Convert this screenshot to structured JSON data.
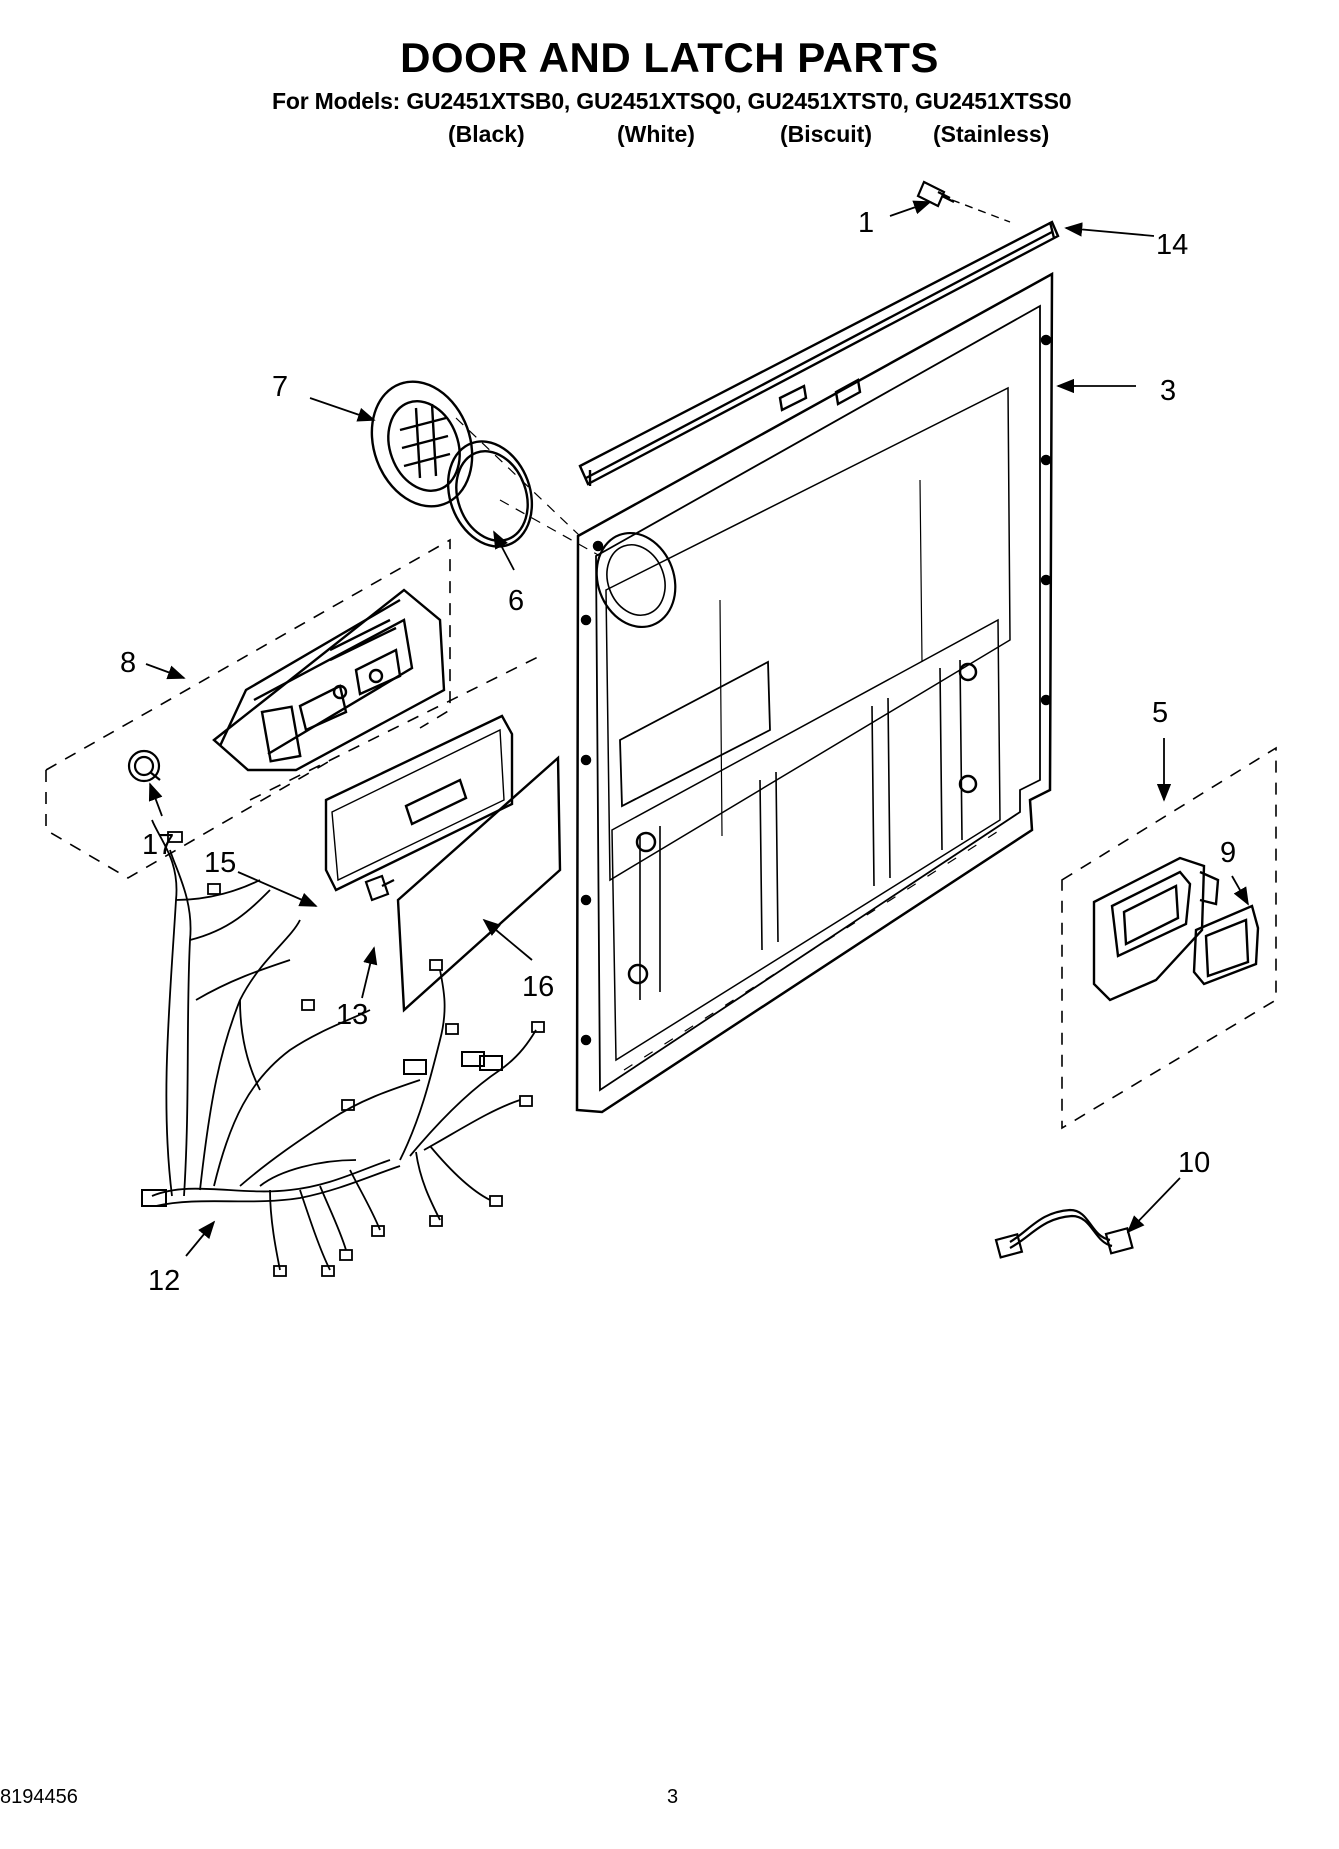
{
  "header": {
    "title": "DOOR AND LATCH PARTS",
    "models": "For Models: GU2451XTSB0, GU2451XTSQ0, GU2451XTST0, GU2451XTSS0",
    "colors": [
      "(Black)",
      "(White)",
      "(Biscuit)",
      "(Stainless)"
    ]
  },
  "callouts": {
    "p1": "1",
    "p3": "3",
    "p5": "5",
    "p6": "6",
    "p7": "7",
    "p8": "8",
    "p9": "9",
    "p10": "10",
    "p12": "12",
    "p13": "13",
    "p14": "14",
    "p15": "15",
    "p16": "16",
    "p17": "17"
  },
  "footer": {
    "doc_number": "8194456",
    "page_number": "3"
  }
}
